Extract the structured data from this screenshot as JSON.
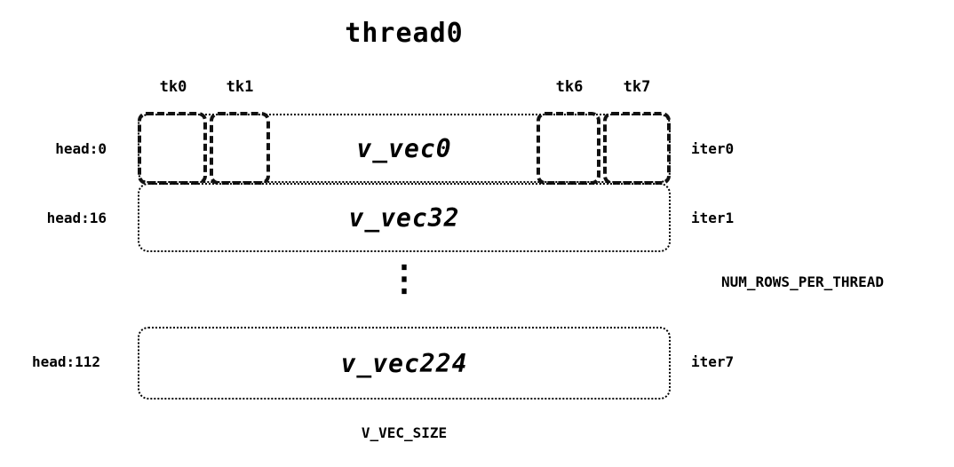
{
  "title": "thread0",
  "tk_labels": [
    "tk0",
    "tk1",
    "tk6",
    "tk7"
  ],
  "rows": [
    {
      "head": "head:0",
      "vec": "v_vec0",
      "iter": "iter0"
    },
    {
      "head": "head:16",
      "vec": "v_vec32",
      "iter": "iter1"
    },
    {
      "head": "head:112",
      "vec": "v_vec224",
      "iter": "iter7"
    }
  ],
  "ellipsis": "⋮",
  "annotations": {
    "num_rows_label": "NUM_ROWS_PER_THREAD",
    "v_vec_size_label": "V_VEC_SIZE"
  }
}
